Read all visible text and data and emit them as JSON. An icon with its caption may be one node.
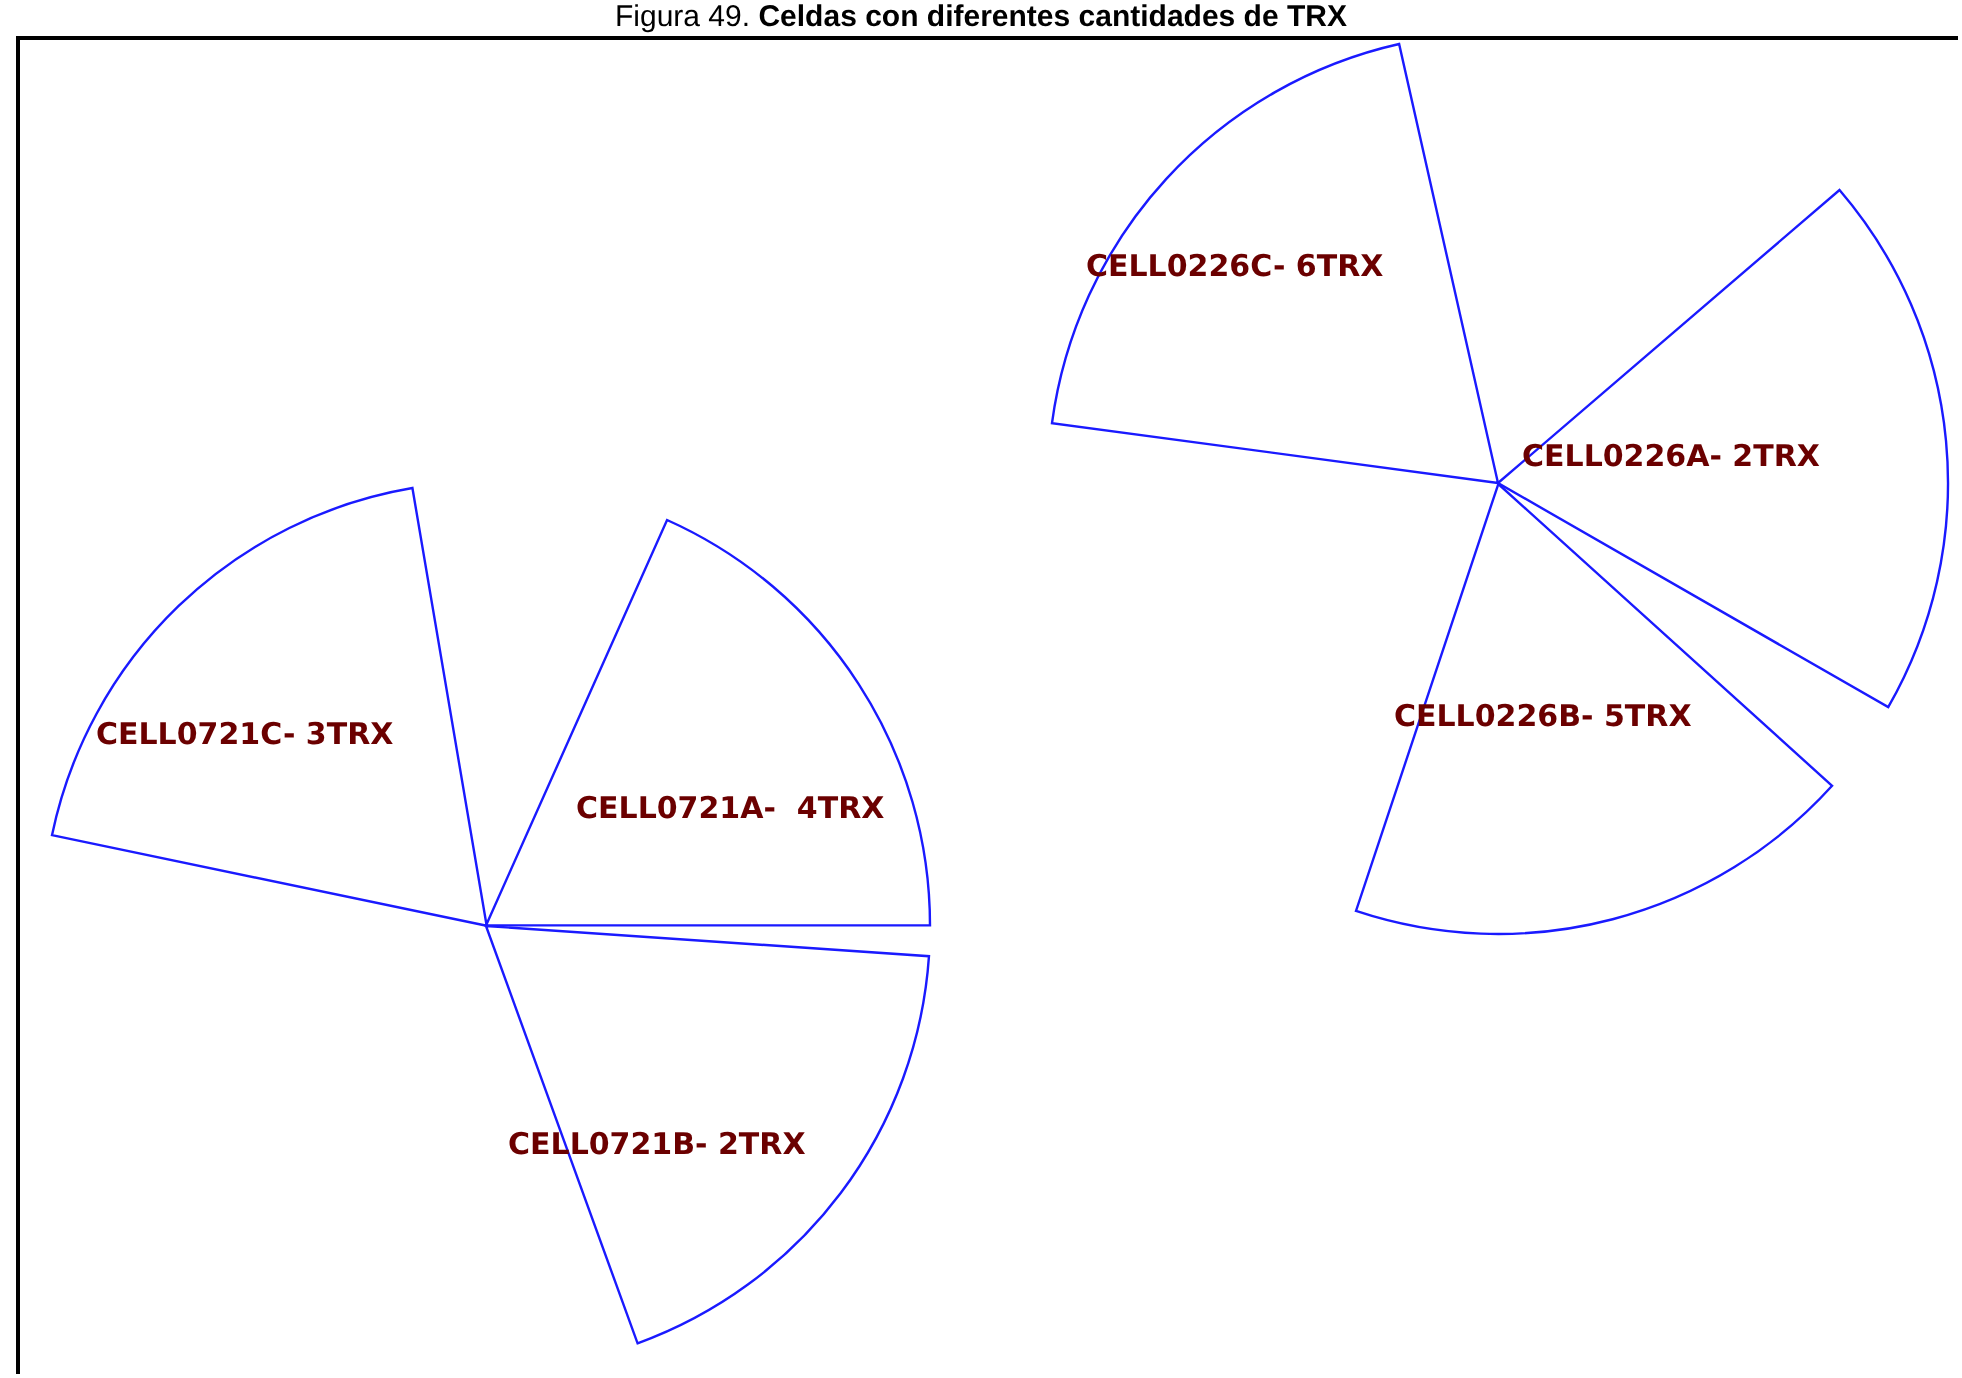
{
  "diagram": {
    "title": "Figura 49. **Celdas con diferentes cantidades de TRX**",
    "nodes": [
      {
        "text": [
          "CELL0226C- 6TRX"
        ]
      },
      {
        "text": [
          "CELL0226A- 2TRX"
        ]
      },
      {
        "text": [
          "CELL0226B- 5TRX"
        ]
      },
      {
        "text": [
          "CELL0721C- 3TRX"
        ]
      },
      {
        "text": [
          "CELL0721A-  4TRX"
        ]
      },
      {
        "text": [
          "CELL0721B- 2TRX"
        ]
      }
    ]
  }
}
